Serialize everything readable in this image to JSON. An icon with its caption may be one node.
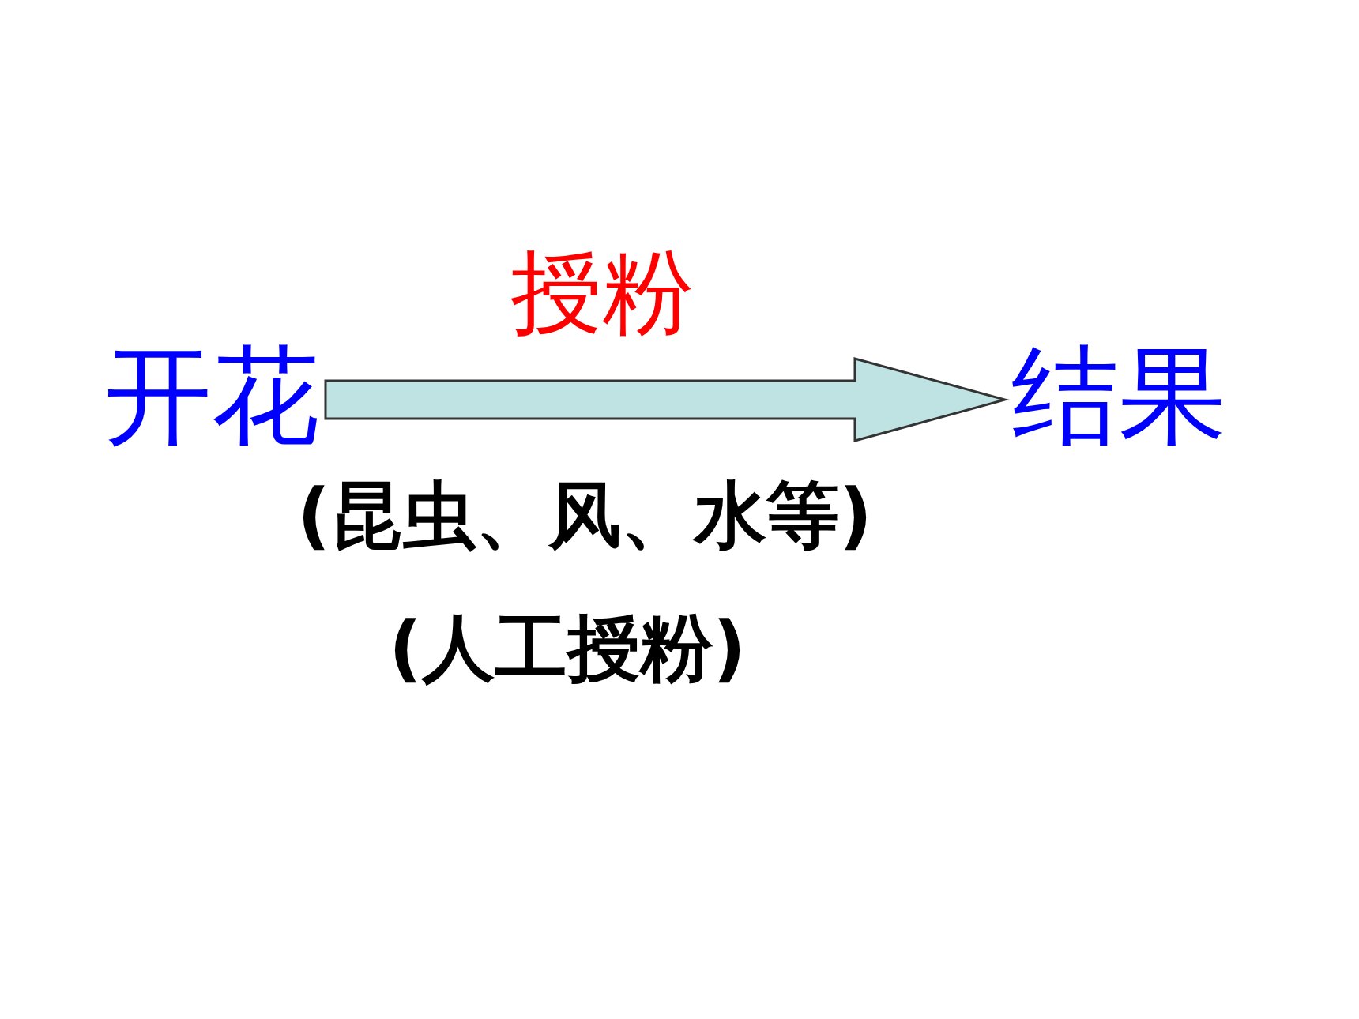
{
  "diagram": {
    "nodes": [
      {
        "text": [
          "开花"
        ]
      },
      {
        "text": [
          "结果"
        ]
      }
    ],
    "edges": [
      {
        "from": 0,
        "to": 1,
        "arrow": "to",
        "label": "授粉"
      }
    ],
    "labels": [
      "(昆虫、风、水等)",
      "(人工授粉)"
    ]
  }
}
